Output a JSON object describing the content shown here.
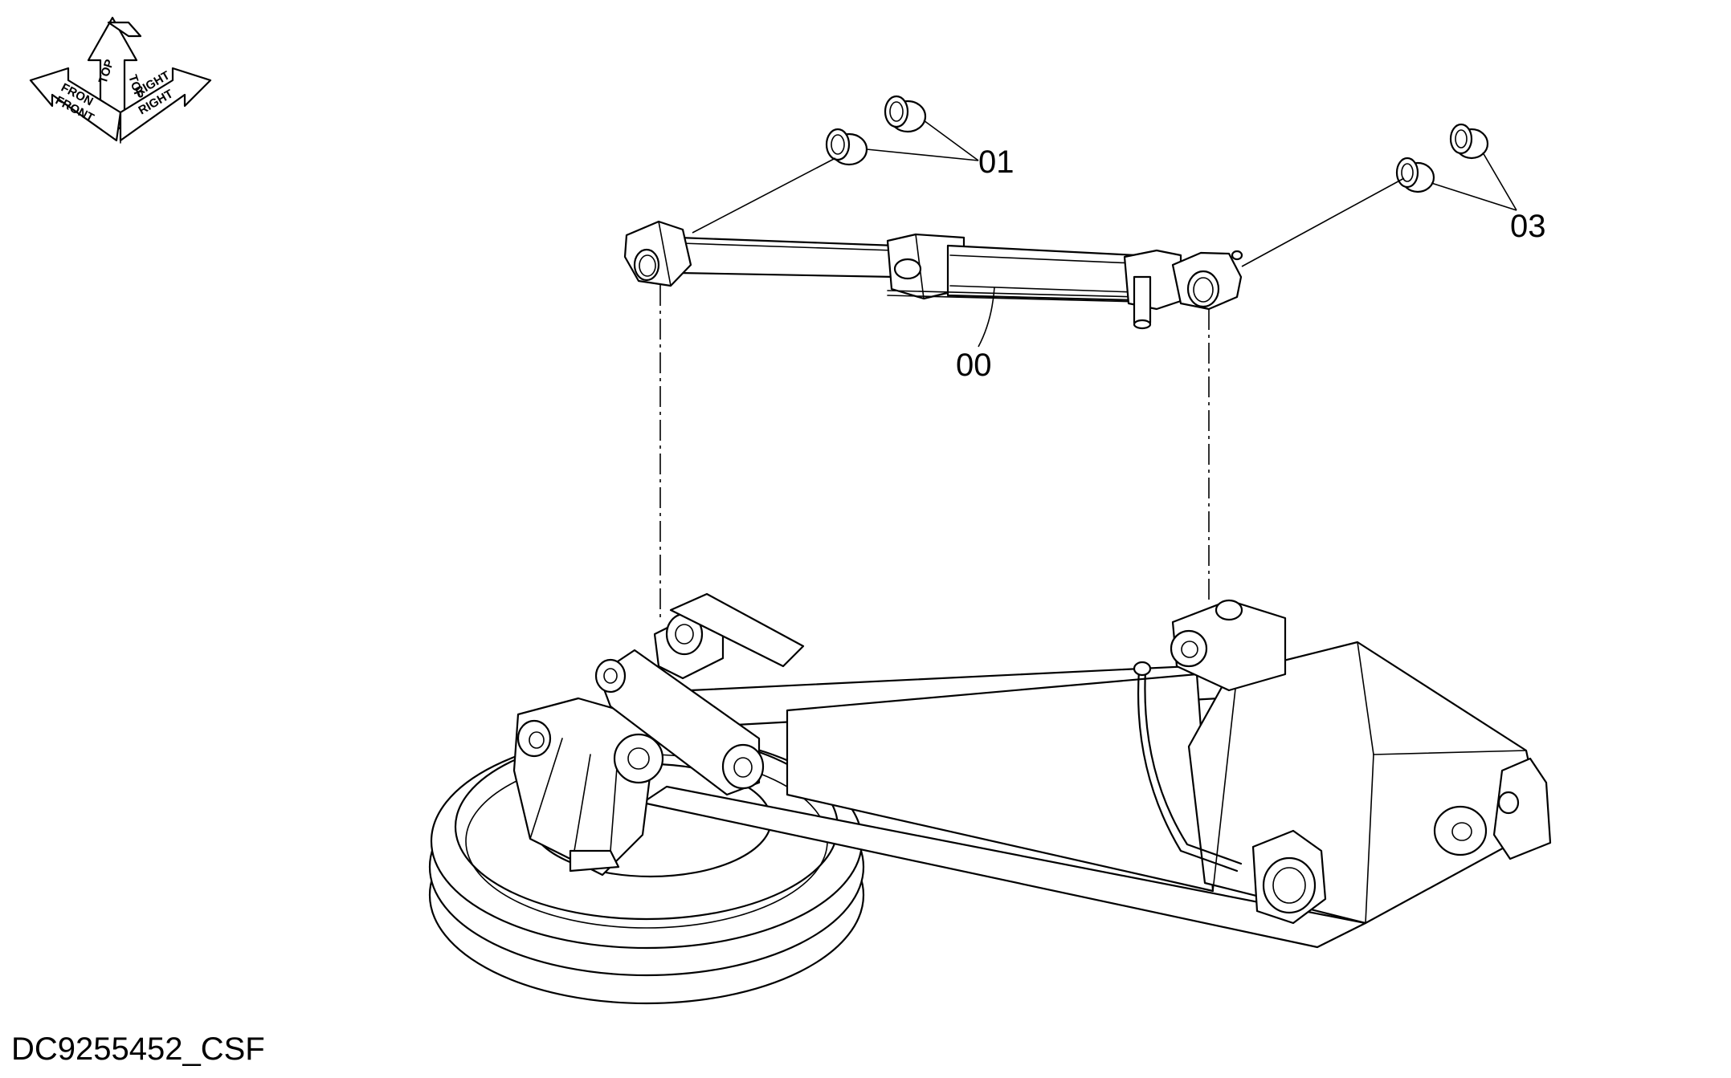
{
  "orientation": {
    "top": "TOP",
    "front": "FRONT",
    "front_cut": "FRON",
    "right": "RIGHT",
    "right_cut": "RIGHT"
  },
  "callouts": {
    "part_00": "00",
    "part_01": "01",
    "part_03": "03"
  },
  "drawing_id": "DC9255452_CSF",
  "colors": {
    "line": "#000000",
    "background": "#ffffff"
  }
}
